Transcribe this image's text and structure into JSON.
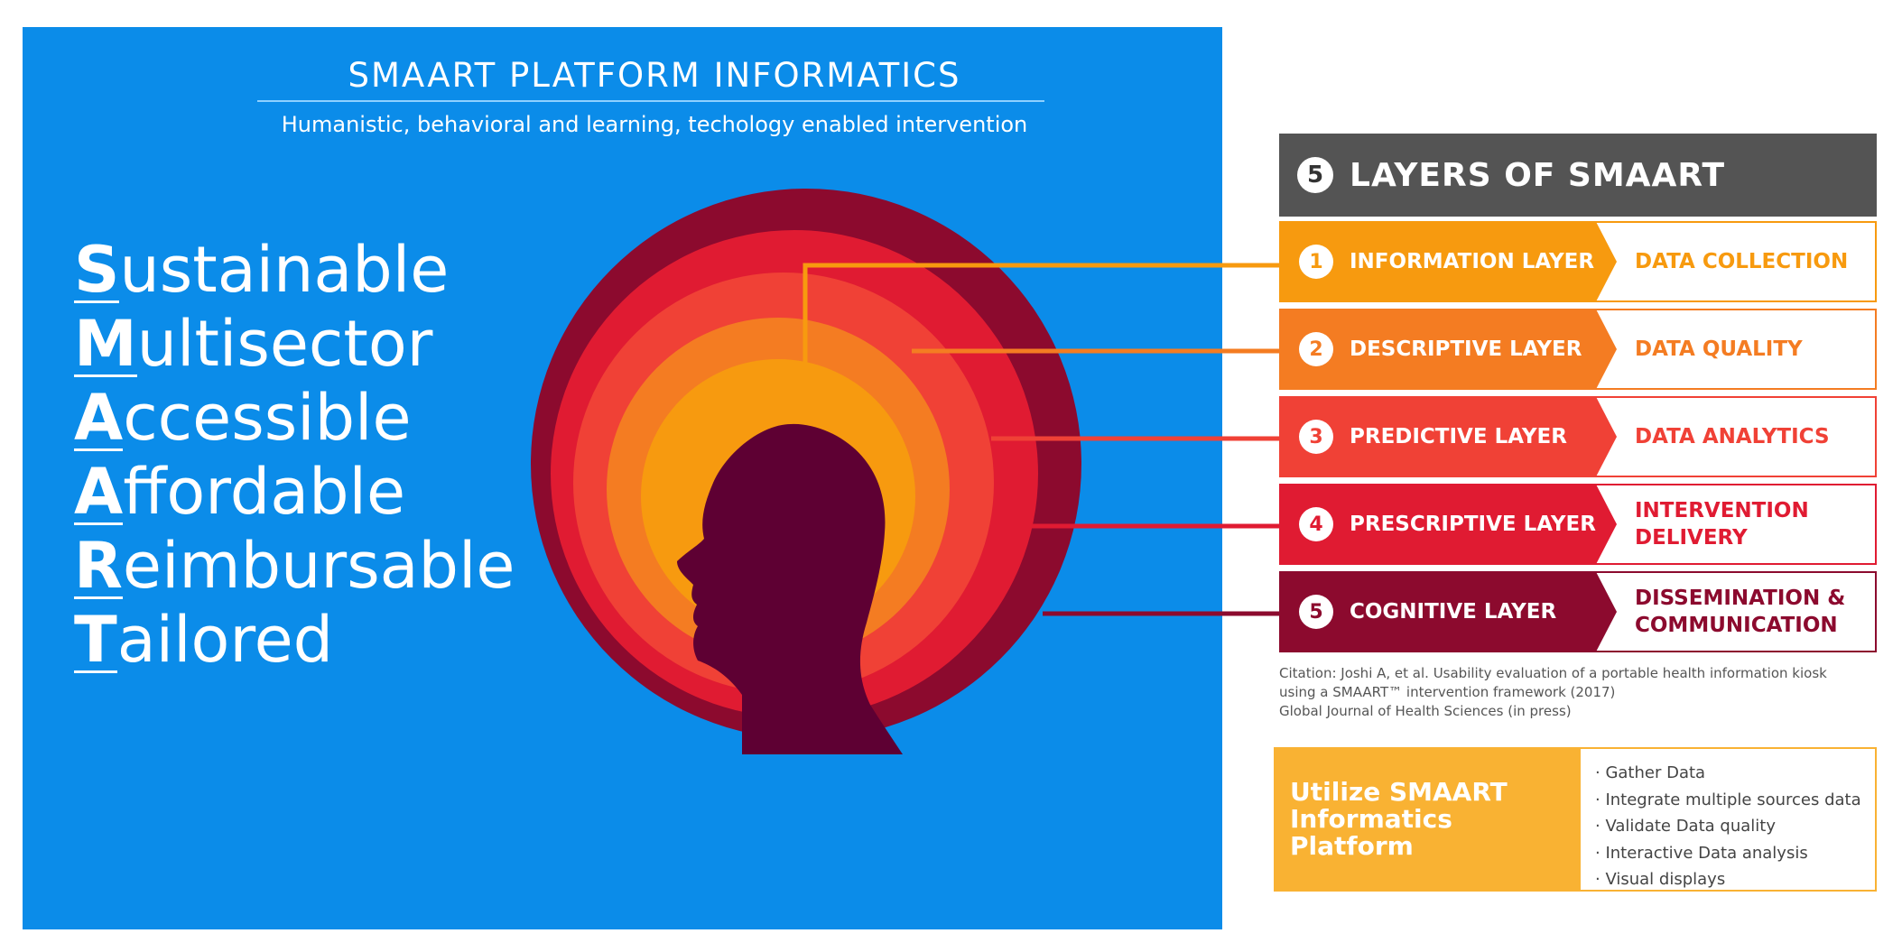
{
  "panel": {
    "title": "SMAART PLATFORM INFORMATICS",
    "subtitle": "Humanistic, behavioral and learning, techology enabled intervention"
  },
  "acronym": [
    {
      "letter": "S",
      "rest": "ustainable"
    },
    {
      "letter": "M",
      "rest": "ultisector"
    },
    {
      "letter": "A",
      "rest": "ccessible"
    },
    {
      "letter": "A",
      "rest": "ffordable"
    },
    {
      "letter": "R",
      "rest": "eimbursable"
    },
    {
      "letter": "T",
      "rest": "ailored"
    }
  ],
  "layers_header": {
    "badge": "5",
    "title": "LAYERS OF SMAART"
  },
  "layers": [
    {
      "num": "1",
      "name": "INFORMATION LAYER",
      "function": "DATA COLLECTION",
      "color": "#f79a0f"
    },
    {
      "num": "2",
      "name": "DESCRIPTIVE LAYER",
      "function": "DATA QUALITY",
      "color": "#f47c22"
    },
    {
      "num": "3",
      "name": "PREDICTIVE LAYER",
      "function": "DATA ANALYTICS",
      "color": "#f04136"
    },
    {
      "num": "4",
      "name": "PRESCRIPTIVE LAYER",
      "function": "INTERVENTION DELIVERY",
      "color": "#e01b32"
    },
    {
      "num": "5",
      "name": "COGNITIVE LAYER",
      "function": "DISSEMINATION & COMMUNICATION",
      "color": "#8c0a2e"
    }
  ],
  "rings": [
    "#8c0a2e",
    "#e01b32",
    "#f04136",
    "#f47c22",
    "#f79a0f"
  ],
  "head_color": "#5e0033",
  "citation": {
    "line1": "Citation: Joshi A, et al. Usability evaluation of a portable health information kiosk",
    "line2": "using a SMAART™ intervention framework (2017)",
    "line3": "Global Journal of Health Sciences (in press)"
  },
  "utilize": {
    "title_line1": "Utilize SMAART",
    "title_line2": "Informatics Platform",
    "items": [
      "· Gather Data",
      "· Integrate multiple sources data",
      "· Validate Data quality",
      "· Interactive Data analysis",
      "· Visual displays"
    ]
  },
  "colors": {
    "panel_blue": "#0b8ce9",
    "header_gray": "#545454",
    "utilize_yellow": "#f9b233"
  }
}
